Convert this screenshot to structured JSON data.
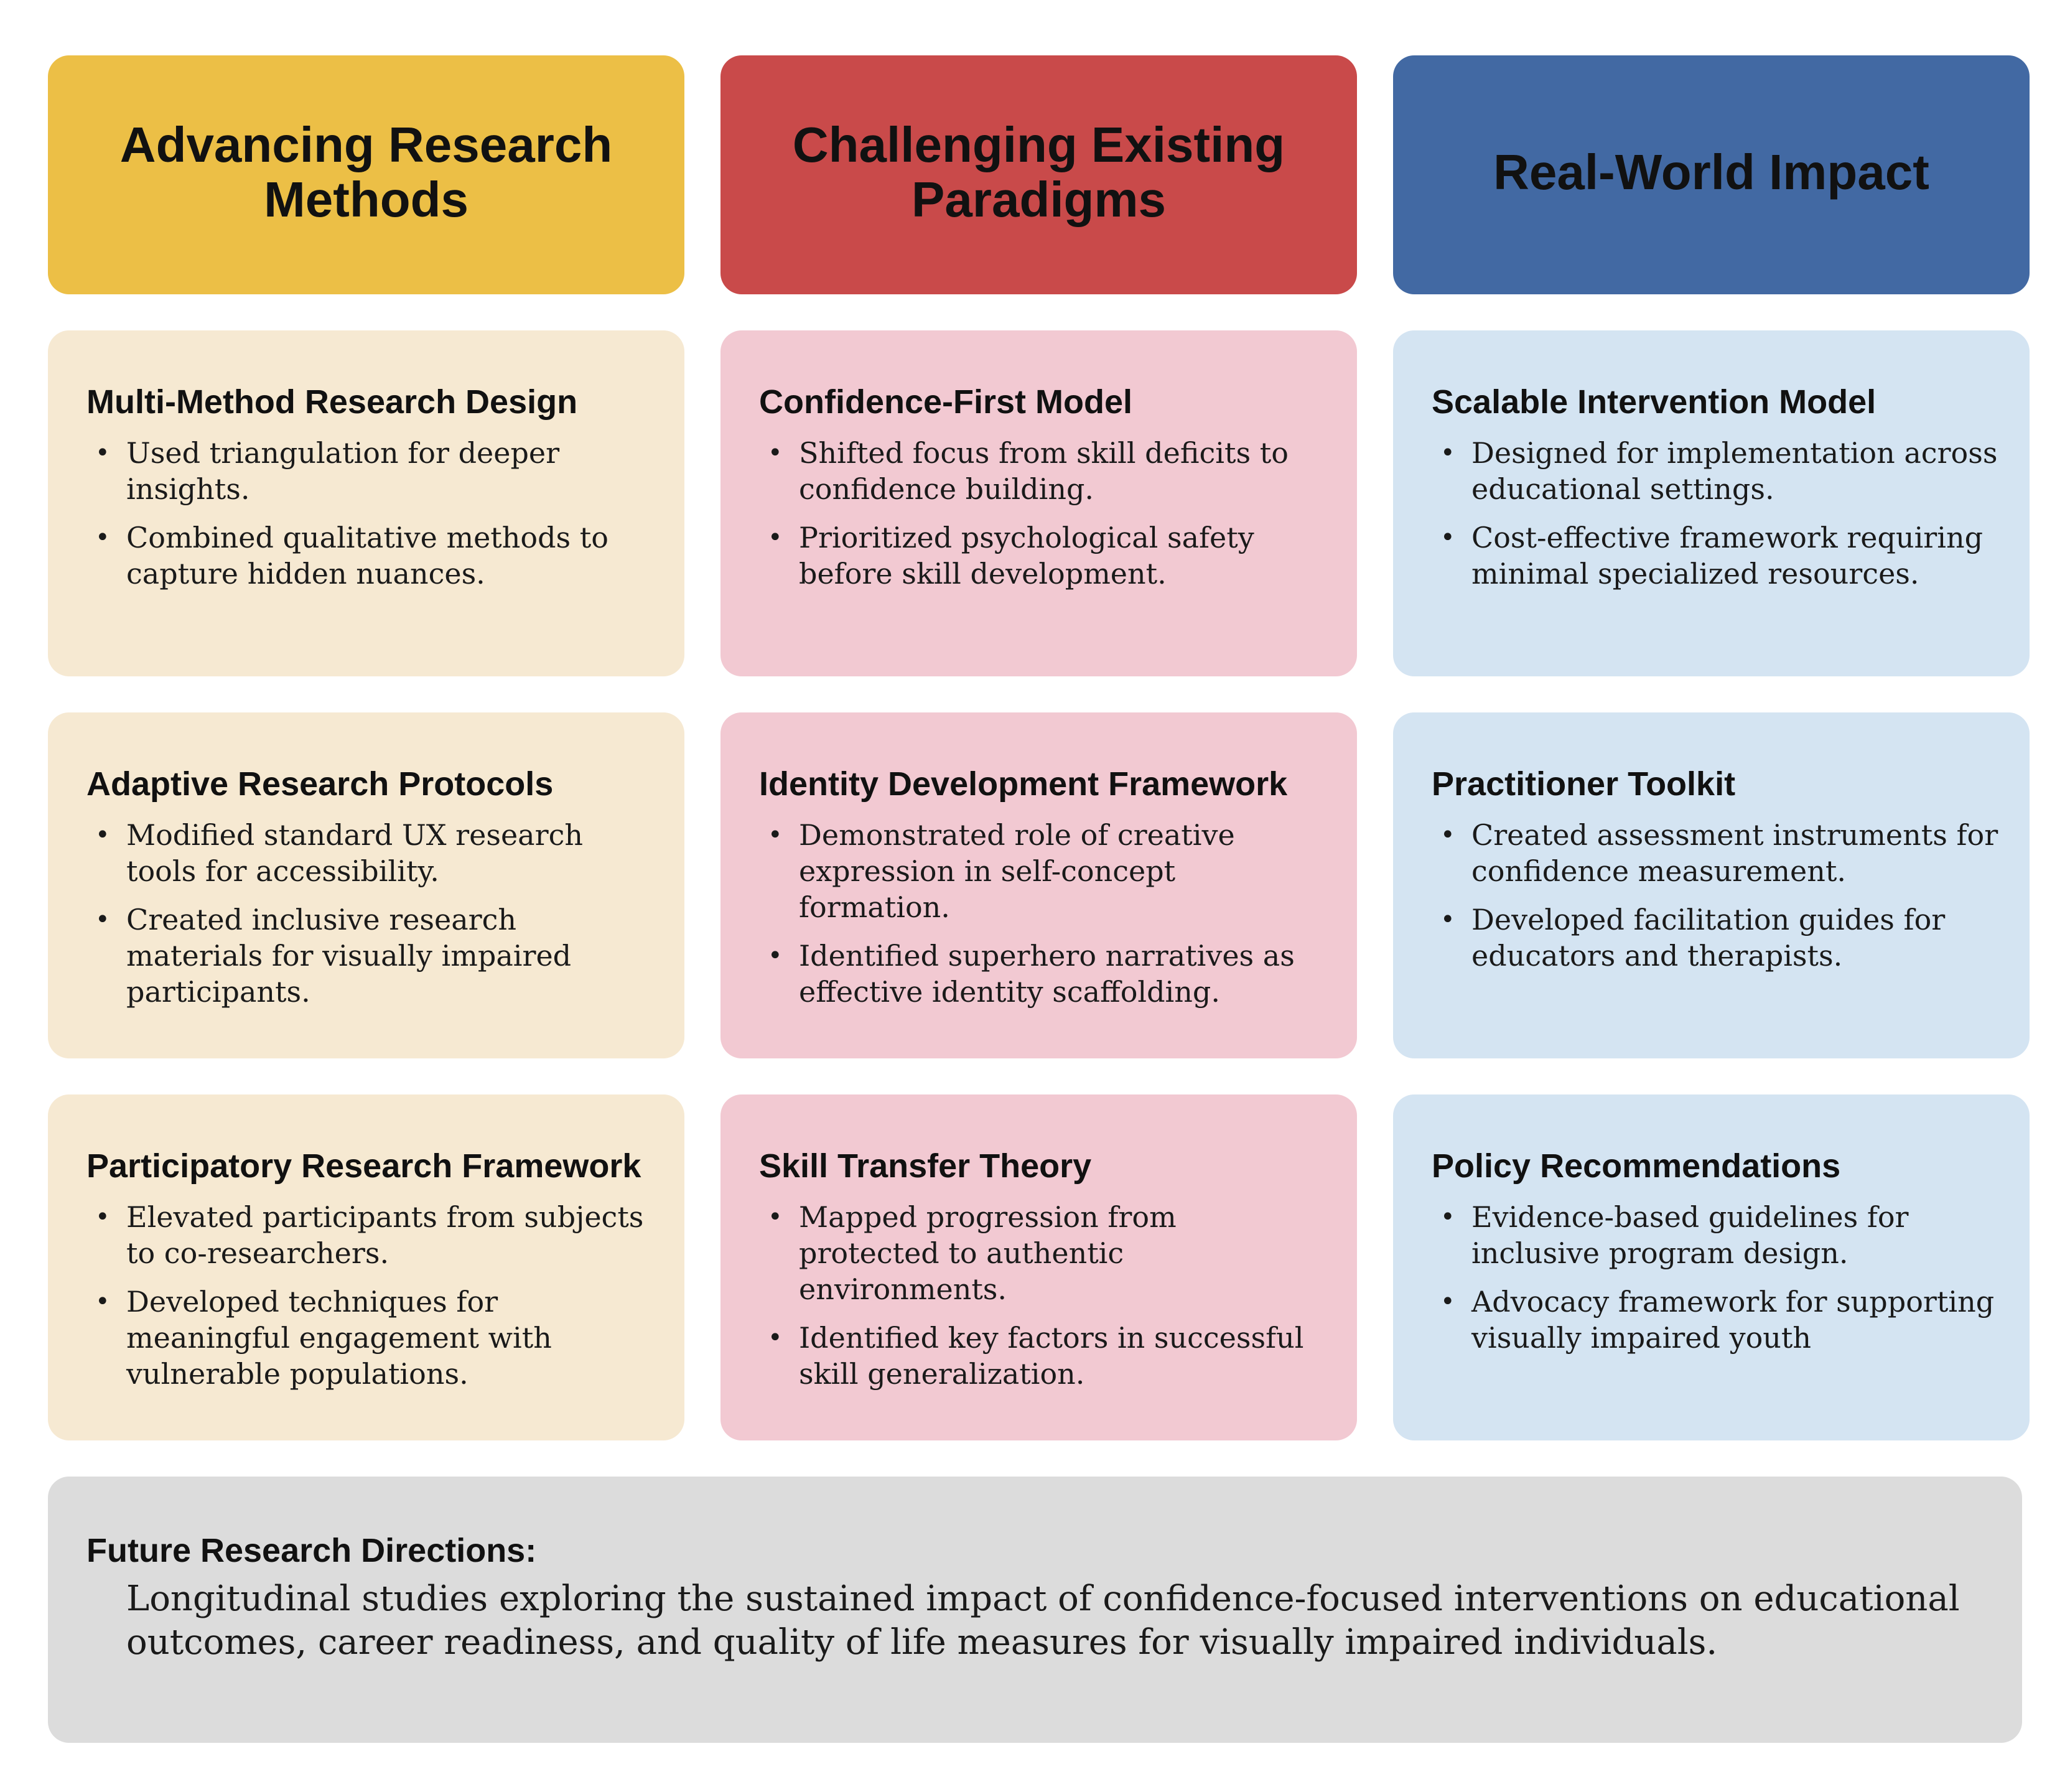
{
  "colors": {
    "research_header": "#ECBF46",
    "paradigms_header": "#C94A4A",
    "impact_header": "#4269A3",
    "research_card": "#F6E9D2",
    "paradigms_card": "#F2C9D2",
    "impact_card": "#D4E4F2",
    "footer_bg": "#DCDCDC"
  },
  "columns": [
    {
      "header": "Advancing Research Methods",
      "cards": [
        {
          "title": "Multi-Method Research Design",
          "bullets": [
            "Used triangulation for deeper insights.",
            "Combined qualitative methods to capture hidden nuances."
          ]
        },
        {
          "title": "Adaptive Research Protocols",
          "bullets": [
            "Modified standard UX research tools for accessibility.",
            "Created inclusive research materials for visually impaired participants."
          ]
        },
        {
          "title": "Participatory Research Framework",
          "bullets": [
            "Elevated participants from subjects to co-researchers.",
            "Developed techniques for meaningful engagement with vulnerable populations."
          ]
        }
      ]
    },
    {
      "header": "Challenging Existing Paradigms",
      "cards": [
        {
          "title": "Confidence-First Model",
          "bullets": [
            "Shifted focus from skill deficits to confidence building.",
            "Prioritized psychological safety before skill development."
          ]
        },
        {
          "title": "Identity Development Framework",
          "bullets": [
            "Demonstrated role of creative expression in self-concept formation.",
            "Identified superhero narratives as effective identity scaffolding."
          ]
        },
        {
          "title": "Skill Transfer Theory",
          "bullets": [
            "Mapped progression from protected to authentic environments.",
            "Identified key factors in successful skill generalization."
          ]
        }
      ]
    },
    {
      "header": "Real-World Impact",
      "cards": [
        {
          "title": "Scalable Intervention Model",
          "bullets": [
            "Designed for implementation across educational settings.",
            "Cost-effective framework requiring minimal specialized resources."
          ]
        },
        {
          "title": "Practitioner Toolkit",
          "bullets": [
            "Created assessment instruments for confidence measurement.",
            "Developed facilitation guides for educators and therapists."
          ]
        },
        {
          "title": "Policy Recommendations",
          "bullets": [
            "Evidence-based guidelines for inclusive program design.",
            "Advocacy framework for supporting visually impaired youth"
          ]
        }
      ]
    }
  ],
  "footer": {
    "title": "Future Research Directions:",
    "body": "Longitudinal studies exploring the sustained impact of confidence-focused interventions on educational outcomes, career readiness, and quality of life measures for visually impaired individuals."
  }
}
